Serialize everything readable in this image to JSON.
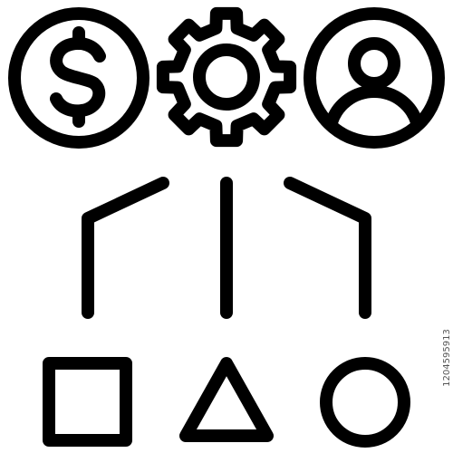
{
  "icon": {
    "top_row": [
      "dollar-coin-icon",
      "gear-icon",
      "user-profile-icon"
    ],
    "connectors": [
      "left-bent-connector",
      "center-straight-connector",
      "right-bent-connector"
    ],
    "bottom_row": [
      "square-shape-icon",
      "triangle-shape-icon",
      "circle-shape-icon"
    ]
  },
  "colors": {
    "stroke": "#000000",
    "background": "#ffffff"
  },
  "watermark": {
    "id_text": "1204595913"
  }
}
